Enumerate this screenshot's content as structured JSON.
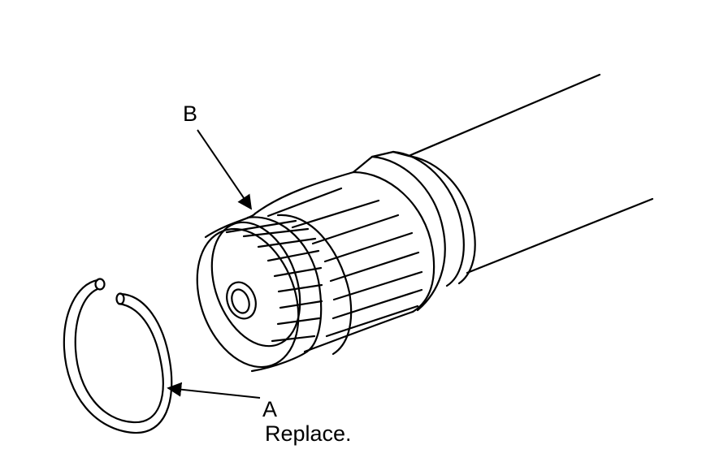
{
  "callouts": {
    "b": {
      "letter": "B"
    },
    "a": {
      "letter": "A",
      "note": "Replace."
    }
  },
  "parts": [
    {
      "id": "a",
      "icon": "snap-ring-icon"
    },
    {
      "id": "b",
      "icon": "splined-shaft-end-icon"
    }
  ],
  "colors": {
    "line": "#000000",
    "background": "#ffffff"
  }
}
